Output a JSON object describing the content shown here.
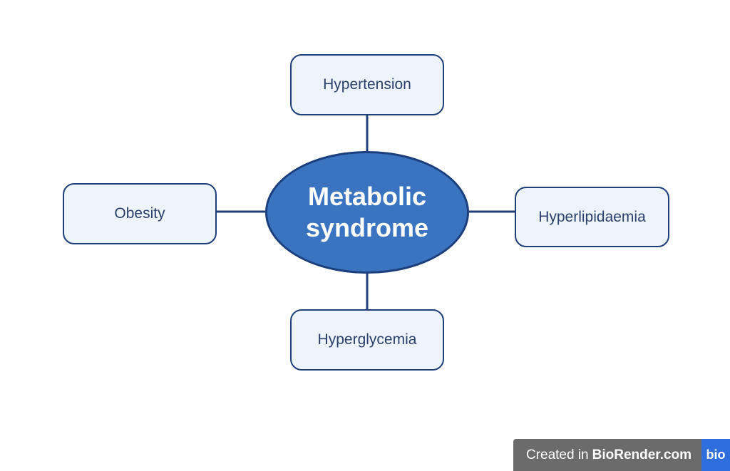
{
  "diagram": {
    "center": {
      "line1": "Metabolic",
      "line2": "syndrome"
    },
    "nodes": {
      "top": "Hypertension",
      "left": "Obesity",
      "right": "Hyperlipidaemia",
      "bottom": "Hyperglycemia"
    },
    "colors": {
      "center_fill": "#3a73c0",
      "outline": "#1f3f7a",
      "box_fill": "#eef4fb",
      "box_text": "#2a3f6a"
    }
  },
  "watermark": {
    "prefix": "Created in",
    "brand": "BioRender.com",
    "logo": "bio"
  }
}
